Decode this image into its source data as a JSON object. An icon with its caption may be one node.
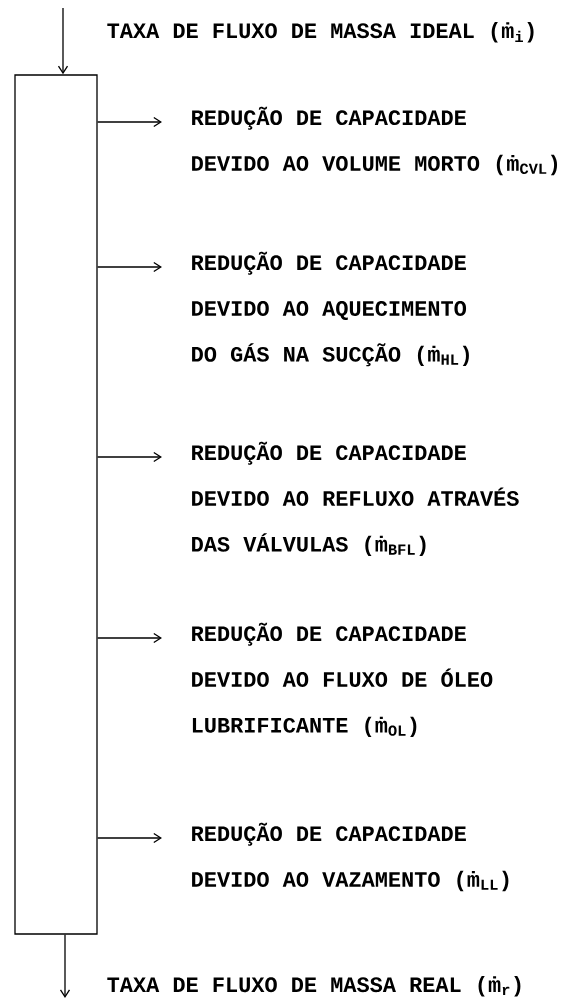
{
  "diagram": {
    "nodes": [
      {
        "text": [],
        "shape": "box"
      },
      {
        "text": [
          "REDUÇÃO DE CAPACIDADE DEVIDO AO VOLUME MORTO (ṁ$_{CVL}$)"
        ]
      },
      {
        "text": [
          "REDUÇÃO DE CAPACIDADE DEVIDO AO AQUECIMENTO DO GÁS NA SUCÇÃO (ṁ$_{HL}$)"
        ]
      },
      {
        "text": [
          "REDUÇÃO DE CAPACIDADE DEVIDO AO REFLUXO ATRAVÉS DAS VÁLVULAS (ṁ$_{BFL}$)"
        ]
      },
      {
        "text": [
          "REDUÇÃO DE CAPACIDADE DEVIDO AO FLUXO DE ÓLEO LUBRIFICANTE (ṁ$_{OL}$)"
        ]
      },
      {
        "text": [
          "REDUÇÃO DE CAPACIDADE DEVIDO AO VAZAMENTO (ṁ$_{LL}$)"
        ]
      }
    ],
    "edges": [
      {
        "from": null,
        "to": 0,
        "arrow": "to",
        "label": "TAXA DE FLUXO DE MASSA IDEAL (ṁ$_{i}$)"
      },
      {
        "from": 0,
        "to": 1,
        "arrow": "to"
      },
      {
        "from": 0,
        "to": 2,
        "arrow": "to"
      },
      {
        "from": 0,
        "to": 3,
        "arrow": "to"
      },
      {
        "from": 0,
        "to": 4,
        "arrow": "to"
      },
      {
        "from": 0,
        "to": 5,
        "arrow": "to"
      },
      {
        "from": 0,
        "to": null,
        "arrow": "to",
        "label": "TAXA DE FLUXO DE MASSA REAL (ṁ$_{r}$)"
      }
    ]
  }
}
